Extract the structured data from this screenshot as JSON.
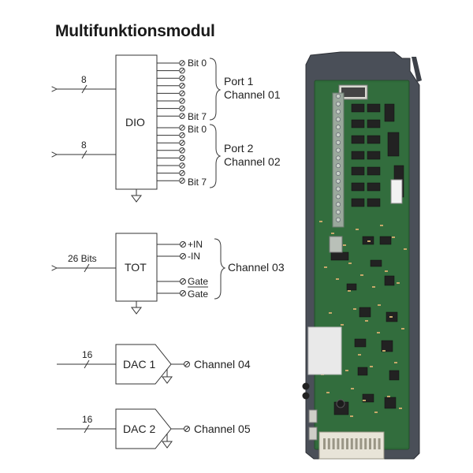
{
  "title": "Multifunktionsmodul",
  "dio": {
    "block_label": "DIO",
    "bus_width_port1": "8",
    "bus_width_port2": "8",
    "port1": {
      "bit_first": "Bit 0",
      "bit_last": "Bit 7",
      "name": "Port 1",
      "channel": "Channel 01"
    },
    "port2": {
      "bit_first": "Bit 0",
      "bit_last": "Bit 7",
      "name": "Port 2",
      "channel": "Channel 02"
    }
  },
  "tot": {
    "block_label": "TOT",
    "bus_width": "26 Bits",
    "pin_plus_in": "+IN",
    "pin_minus_in": "-IN",
    "pin_gate": "Gate",
    "pin_gate_bar": "Gate",
    "channel": "Channel 03"
  },
  "dac1": {
    "block_label": "DAC 1",
    "bus_width": "16",
    "channel": "Channel 04"
  },
  "dac2": {
    "block_label": "DAC 2",
    "bus_width": "16",
    "channel": "Channel 05"
  },
  "colors": {
    "line": "#333333",
    "pcb_green": "#2f6b3a",
    "bracket": "#3a3a3a",
    "connector": "#e8e4d8"
  }
}
